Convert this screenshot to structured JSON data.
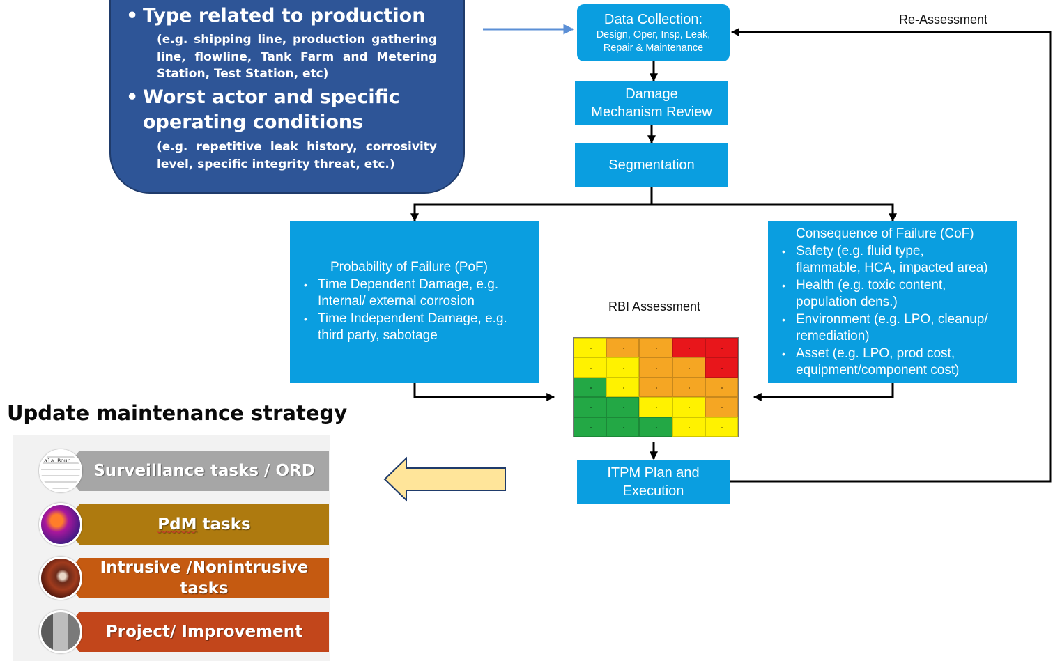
{
  "callout": {
    "bullet1_title": "Type related to production",
    "bullet1_detail": "(e.g. shipping line, production gathering line, flowline, Tank Farm and Metering Station, Test Station, etc)",
    "bullet2_title_line1": "Worst actor and specific",
    "bullet2_title_line2": "operating conditions",
    "bullet2_detail": "(e.g. repetitive leak history, corrosivity level, specific integrity threat, etc.)",
    "bullet_char": "•"
  },
  "flow": {
    "data_collection_title": "Data Collection:",
    "data_collection_line1": "Design, Oper, Insp, Leak,",
    "data_collection_line2": "Repair & Maintenance",
    "damage_line1": "Damage",
    "damage_line2": "Mechanism Review",
    "segmentation": "Segmentation",
    "reassessment": "Re-Assessment",
    "rbi_label": "RBI Assessment",
    "itpm_line1": "ITPM Plan and",
    "itpm_line2": "Execution"
  },
  "pof": {
    "heading": "Probability of Failure (PoF)",
    "items": [
      {
        "line1": "Time Dependent Damage, e.g.",
        "line2": "Internal/ external corrosion"
      },
      {
        "line1": "Time Independent Damage, e.g.",
        "line2": "third party, sabotage"
      }
    ]
  },
  "cof": {
    "heading": "Consequence of Failure (CoF)",
    "items": [
      {
        "line1": "Safety (e.g. fluid type,",
        "line2": "flammable, HCA, impacted area)"
      },
      {
        "line1": "Health (e.g. toxic content,",
        "line2": "population dens.)"
      },
      {
        "line1": "Environment (e.g. LPO, cleanup/",
        "line2": "remediation)"
      },
      {
        "line1": "Asset (e.g. LPO, prod cost,",
        "line2": "equipment/component cost)"
      }
    ]
  },
  "risk_matrix": {
    "colors": {
      "red": "#e8161b",
      "orange": "#f5a623",
      "yellow": "#fff200",
      "green": "#23a845"
    },
    "rows": [
      [
        "yellow",
        "orange",
        "orange",
        "red",
        "red"
      ],
      [
        "yellow",
        "yellow",
        "orange",
        "orange",
        "red"
      ],
      [
        "green",
        "yellow",
        "orange",
        "orange",
        "orange"
      ],
      [
        "green",
        "green",
        "yellow",
        "yellow",
        "orange"
      ],
      [
        "green",
        "green",
        "green",
        "yellow",
        "yellow"
      ]
    ]
  },
  "maintenance": {
    "title": "Update maintenance strategy",
    "tasks": [
      {
        "label": "Surveillance tasks / ORD",
        "color": "#a6a6a6",
        "icon": "report-thumbnail-icon"
      },
      {
        "label_a": "PdM",
        "label_b": " tasks",
        "color": "#ae7a0f",
        "icon": "thermal-image-icon"
      },
      {
        "label_line1": "Intrusive /Nonintrusive",
        "label_line2": "tasks",
        "color": "#c55a11",
        "icon": "pipe-interior-icon"
      },
      {
        "label": "Project/ Improvement",
        "color": "#c2461b",
        "icon": "equipment-photo-icon"
      }
    ]
  },
  "colors": {
    "flow_blue": "#0a9ee0",
    "callout_blue": "#2e5597",
    "arrow_yellow": "#ffe59a"
  }
}
